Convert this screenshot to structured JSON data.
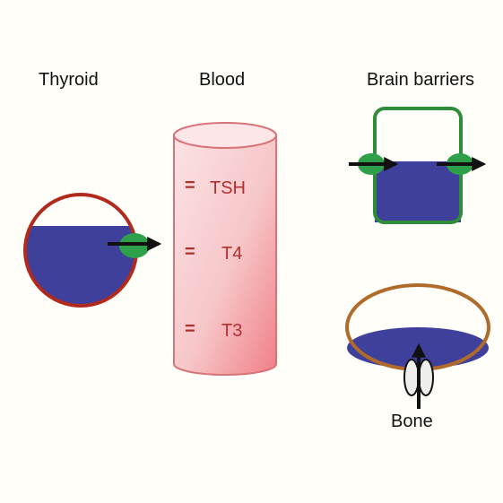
{
  "labels": {
    "thyroid": "Thyroid",
    "blood": "Blood",
    "brain_barriers": "Brain barriers",
    "bone": "Bone"
  },
  "hormones": {
    "eq_symbol": "=",
    "tsh": "TSH",
    "t4": "T4",
    "t3": "T3"
  },
  "colors": {
    "background": "#fffef8",
    "thyroid_outline": "#b02a1e",
    "fill_blue": "#3f3f9c",
    "transporter_green": "#2ea04a",
    "brain_outline": "#2f8c3a",
    "bone_outline": "#b06a2a",
    "blood_pink": "#f5b8bb",
    "hormone_text": "#b23030"
  }
}
